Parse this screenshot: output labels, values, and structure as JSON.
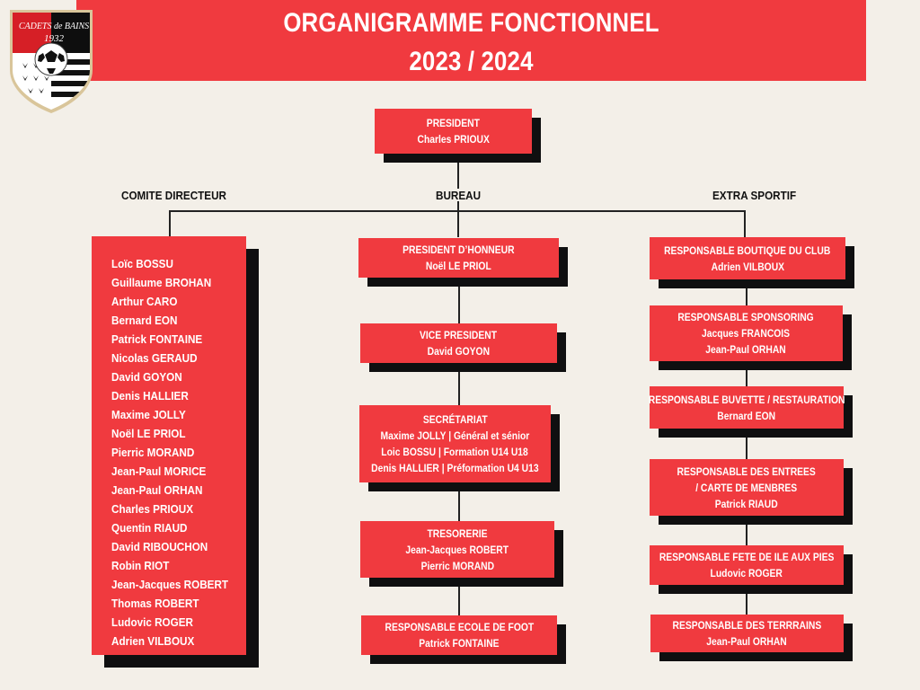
{
  "header": {
    "title": "ORGANIGRAMME FONCTIONNEL",
    "season": "2023 / 2024",
    "accent_color": "#f03a3f",
    "shadow_color": "#0f0f10"
  },
  "logo": {
    "name": "CADETS de BAINS",
    "year": "1932",
    "icon": "club-crest-icon"
  },
  "president": {
    "title": "PRESIDENT",
    "name": "Charles PRIOUX"
  },
  "sections": {
    "left": "COMITE DIRECTEUR",
    "center": "BUREAU",
    "right": "EXTRA SPORTIF"
  },
  "comite_directeur": [
    "Loïc BOSSU",
    "Guillaume BROHAN",
    "Arthur CARO",
    "Bernard EON",
    "Patrick FONTAINE",
    "Nicolas GERAUD",
    "David GOYON",
    "Denis HALLIER",
    "Maxime JOLLY",
    "Noël LE PRIOL",
    "Pierric MORAND",
    "Jean-Paul MORICE",
    "Jean-Paul ORHAN",
    "Charles PRIOUX",
    "Quentin RIAUD",
    "David RIBOUCHON",
    "Robin RIOT",
    "Jean-Jacques ROBERT",
    "Thomas ROBERT",
    "Ludovic ROGER",
    "Adrien VILBOUX"
  ],
  "bureau": [
    {
      "title": "PRESIDENT D’HONNEUR",
      "lines": [
        "Noël LE PRIOL"
      ]
    },
    {
      "title": "VICE PRESIDENT",
      "lines": [
        "David GOYON"
      ]
    },
    {
      "title": "SECRÉTARIAT",
      "lines": [
        "Maxime JOLLY | Général et sénior",
        "Loic BOSSU | Formation  U14 U18",
        "Denis HALLIER | Préformation U4 U13"
      ]
    },
    {
      "title": "TRESORERIE",
      "lines": [
        "Jean-Jacques ROBERT",
        "Pierric MORAND"
      ]
    },
    {
      "title": "RESPONSABLE ECOLE DE FOOT",
      "lines": [
        "Patrick FONTAINE"
      ]
    }
  ],
  "extra_sportif": [
    {
      "title": "RESPONSABLE BOUTIQUE DU CLUB",
      "lines": [
        "Adrien VILBOUX"
      ]
    },
    {
      "title": "RESPONSABLE SPONSORING",
      "lines": [
        "Jacques FRANCOIS",
        "Jean-Paul ORHAN"
      ]
    },
    {
      "title": "RESPONSABLE BUVETTE / RESTAURATION",
      "lines": [
        "Bernard EON"
      ]
    },
    {
      "title": "RESPONSABLE DES ENTREES",
      "lines": [
        "/ CARTE DE MENBRES",
        "Patrick RIAUD"
      ]
    },
    {
      "title": "RESPONSABLE FETE DE ILE AUX PIES",
      "lines": [
        "Ludovic ROGER"
      ]
    },
    {
      "title": "RESPONSABLE DES TERRRAINS",
      "lines": [
        "Jean-Paul ORHAN"
      ]
    }
  ]
}
